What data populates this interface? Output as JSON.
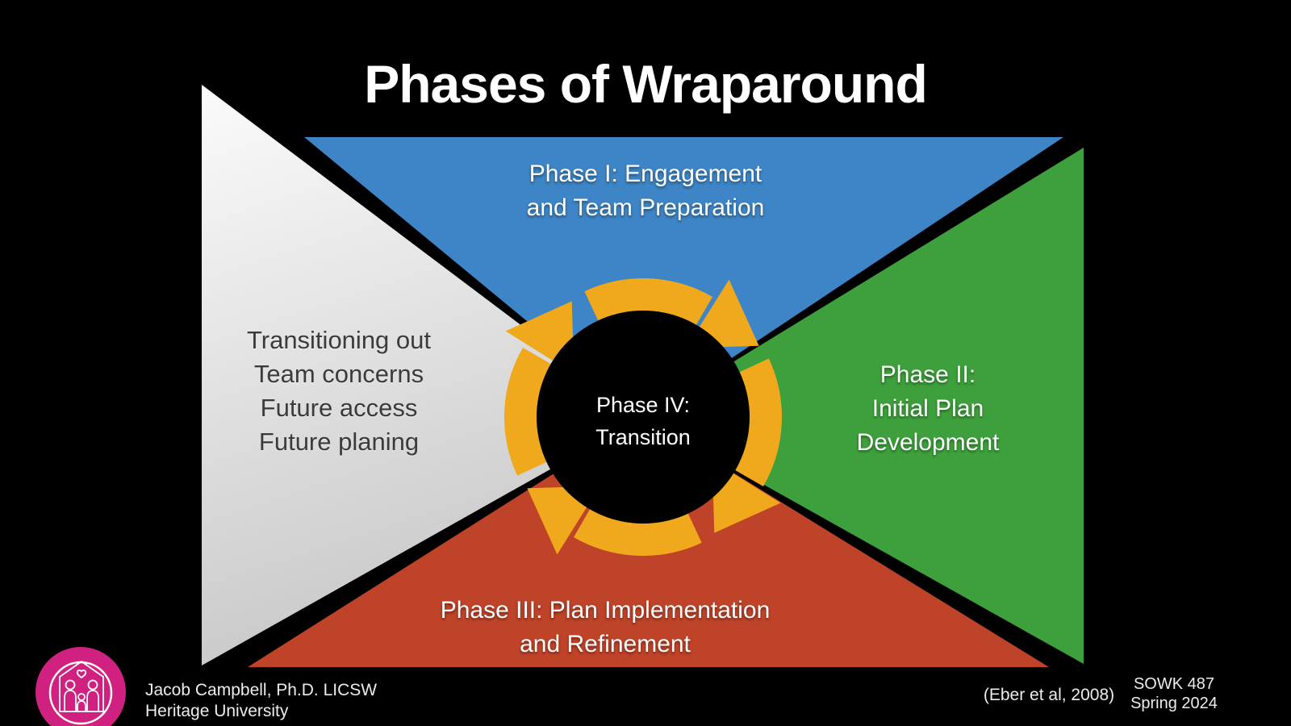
{
  "title": "Phases of Wraparound",
  "diagram": {
    "ring_color": "#f0a81c",
    "wedge_gradient": {
      "from": "#fbfbfb",
      "to": "#c8c8c8"
    }
  },
  "phases": {
    "phase1": {
      "color": "#3d85c6",
      "lines": [
        "Phase I: Engagement",
        "and Team Preparation"
      ]
    },
    "phase2": {
      "color": "#3ea03c",
      "lines": [
        "Phase II:",
        "Initial Plan",
        "Development"
      ]
    },
    "phase3": {
      "color": "#bf4329",
      "lines": [
        "Phase III: Plan Implementation",
        "and Refinement"
      ]
    },
    "phase4": {
      "lines": [
        "Phase IV:",
        "Transition"
      ]
    },
    "transition_notes": {
      "lines": [
        "Transitioning out",
        "Team concerns",
        "Future access",
        "Future planing"
      ]
    }
  },
  "footer": {
    "author_line1": "Jacob Campbell, Ph.D. LICSW",
    "author_line2": "Heritage University",
    "citation": "(Eber et al, 2008)",
    "course_line1": "SOWK 487",
    "course_line2": "Spring 2024"
  },
  "logo": {
    "color": "#d12180"
  }
}
